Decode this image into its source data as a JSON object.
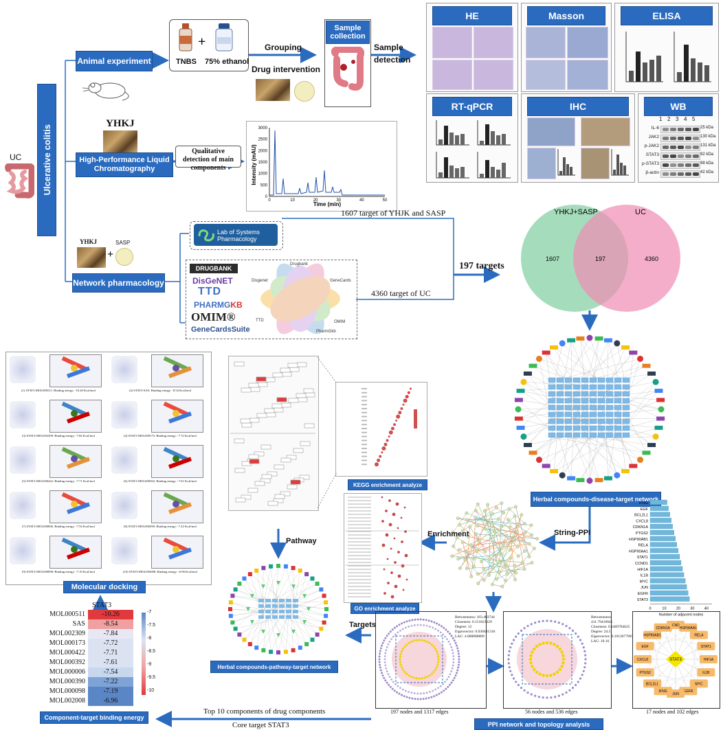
{
  "uc_label": "UC",
  "ulcerative_colitis": "Ulcerative colitis",
  "branches": {
    "animal": "Animal experiment",
    "hplc": "High-Performance Liquid Chromatography",
    "network": "Network pharmacology"
  },
  "animal": {
    "tnbs": "TNBS",
    "ethanol": "75% ethanol",
    "grouping": "Grouping",
    "drug_intervention": "Drug intervention",
    "sample_collection": "Sample collection",
    "sample_detection": "Sample detection"
  },
  "hplc": {
    "yhkj": "YHKJ",
    "qualitative": "Qualitative detection of main components",
    "chart": {
      "ylabel": "Intensity (mAU)",
      "xlabel": "Time (min)",
      "yticks": [
        "0",
        "500",
        "1000",
        "1500",
        "2000",
        "2500",
        "3000"
      ],
      "xticks": [
        "0",
        "10",
        "20",
        "30",
        "40",
        "50"
      ]
    }
  },
  "assays": {
    "he": "HE",
    "masson": "Masson",
    "elisa": "ELISA",
    "rtqpcr": "RT-qPCR",
    "ihc": "IHC",
    "wb": "WB"
  },
  "wb": {
    "lanes": [
      "1",
      "2",
      "3",
      "4",
      "5"
    ],
    "proteins": [
      "IL-6",
      "JAK2",
      "p-JAK2",
      "STAT3",
      "p-STAT3",
      "β-actin"
    ],
    "sizes": [
      "25 kDa",
      "130 kDa",
      "131 kDa",
      "92 kDa",
      "98 kDa",
      "42 kDa"
    ]
  },
  "network": {
    "yhkj": "YHKJ",
    "sasp": "SASP",
    "tcmsp": "Lab of Systems Pharmacology",
    "target_drug": "1607 target of YHJK and SASP",
    "target_uc": "4360 target of UC",
    "targets_197": "197 targets",
    "databases": {
      "drugbank": "DRUGBANK",
      "disgenet": "DisGeNET",
      "ttd": "TTD",
      "pharmgkb_a": "PHARMG",
      "pharmgkb_b": "KB",
      "omim": "OMIM®",
      "genecards": "GeneCardsSuite"
    },
    "flower_labels": [
      "Drugbank",
      "Disgenet",
      "GeneCards",
      "TTD",
      "PharmGkb",
      "OMIM"
    ]
  },
  "venn": {
    "left_label": "YHKJ+SASP",
    "right_label": "UC",
    "left_only": "1607",
    "overlap": "197",
    "right_only": "4360",
    "left_color": "#7fcf9f",
    "right_color": "#f08cb4"
  },
  "captions": {
    "herbal_network": "Herbal compounds-disease-target network",
    "string_ppi": "String-PPI",
    "enrichment": "Enrichment",
    "kegg": "KEGG enrichment analyze",
    "go": "GO enrichment analyze",
    "pathway": "Pathway",
    "targets": "Targets",
    "pathway_network": "Herbal compounds-pathway-target network",
    "molecular_docking": "Molecular docking",
    "binding_energy": "Component-target binding energy",
    "ppi_topology": "PPI network and topology analysis",
    "top10": "Top 10 components of drug components",
    "core_target": "Core target STAT3"
  },
  "ppi": {
    "n1": "197 nodes and 1317 edges",
    "n2": "56 nodes and 536 edges",
    "n3": "17 nodes and 102 edges",
    "stats1": [
      "Betweenness: 103.483744",
      "Closeness: 0.151823329",
      "Degree: 12",
      "Eigenvector: 0.038481316",
      "LAC: 4.888888889"
    ],
    "stats2": [
      "Betweenness: 411.79410845",
      "Closeness: 0.1469784625",
      "Degree: 24.5",
      "Eigenvector: 0.1013077905",
      "LAC: 10.16"
    ],
    "core_nodes": [
      "CCND1",
      "HSP90AA1",
      "RELA",
      "STAT1",
      "HIF1A",
      "IL1B",
      "MYC",
      "EGFR",
      "JUN",
      "IFNG",
      "BCL2L1",
      "PTGS2",
      "CXCL8",
      "EGF",
      "HSP90AB1",
      "CDKN1A"
    ],
    "core_center": "STAT3"
  },
  "degree_chart": {
    "xlabel": "Number of adjacent nodes",
    "xticks": [
      "0",
      "10",
      "20",
      "30",
      "40"
    ],
    "genes": [
      "IFNG",
      "EGF",
      "BCL2L1",
      "CXCL8",
      "CDKN1A",
      "PTGS2",
      "HSP90AB1",
      "RELA",
      "HSP90AA1",
      "STAT1",
      "CCND1",
      "HIF1A",
      "IL1B",
      "MYC",
      "JUN",
      "EGFR",
      "STAT3"
    ],
    "values": [
      12,
      13,
      14,
      15,
      16,
      17,
      18,
      19,
      20,
      21,
      22,
      23,
      24,
      25,
      26,
      27,
      28
    ],
    "value_labels": [
      "",
      "",
      "",
      "",
      "",
      "",
      "",
      "",
      "",
      "",
      "",
      "",
      "",
      "",
      "",
      "",
      ""
    ],
    "max": 44,
    "bar_color": "#6fb7dc"
  },
  "heatmap": {
    "column": "STAT3",
    "rows": [
      "MOL000511",
      "SAS",
      "MOL002309",
      "MOL000173",
      "MOL000422",
      "MOL000392",
      "MOL000006",
      "MOL000390",
      "MOL000098",
      "MOL002008"
    ],
    "values": [
      -10.26,
      -8.54,
      -7.84,
      -7.72,
      -7.71,
      -7.61,
      -7.54,
      -7.22,
      -7.19,
      -6.96
    ],
    "labels": [
      "-10.26",
      "-8.54",
      "-7.84",
      "-7.72",
      "-7.71",
      "-7.61",
      "-7.54",
      "-7.22",
      "-7.19",
      "-6.96"
    ],
    "scale": [
      "-7",
      "-7.5",
      "-8",
      "-8.5",
      "-9",
      "-9.5",
      "-10"
    ]
  },
  "docking_captions": [
    "(1) STAT3-MOL000511: Binding energy: -10.26 Kcal/mol",
    "(2) STAT3-SAS: Binding energy: -8.54 Kcal/mol",
    "(3) STAT3-MOL002309: Binding energy: -7.84 Kcal/mol",
    "(4) STAT3-MOL000173: Binding energy: -7.72 Kcal/mol",
    "(5) STAT3-MOL000422: Binding energy: -7.71 Kcal/mol",
    "(6) STAT3-MOL000392: Binding energy: -7.61 Kcal/mol",
    "(7) STAT3-MOL000006: Binding energy: -7.54 Kcal/mol",
    "(8) STAT3-MOL000390: Binding energy: -7.22 Kcal/mol",
    "(9) STAT3-MOL000098: Binding energy: -7.19 Kcal/mol",
    "(10) STAT3-MOL002008: Binding energy: -6.96 Kcal/mol"
  ]
}
